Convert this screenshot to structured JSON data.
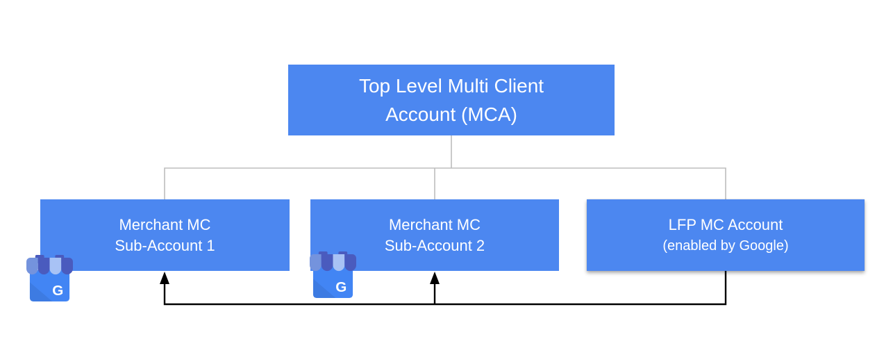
{
  "title": "Merchant Center account hierarchy diagram",
  "colors": {
    "box_blue": "#4C87F0",
    "connector_gray": "#BDBDBD",
    "arrow_black": "#000000",
    "text_white": "#FFFFFF",
    "icon_body_blue": "#4285F4",
    "icon_awning_dark": "#4A5BBE",
    "icon_awning_mid": "#7493DD",
    "icon_awning_light": "#A8C2F5"
  },
  "nodes": {
    "root": {
      "line1": "Top Level Multi Client",
      "line2": "Account (MCA)"
    },
    "sub1": {
      "line1": "Merchant MC",
      "line2": "Sub-Account 1"
    },
    "sub2": {
      "line1": "Merchant MC",
      "line2": "Sub-Account 2"
    },
    "lfp": {
      "line1": "LFP MC Account",
      "line2": "(enabled by Google)"
    }
  },
  "edges": {
    "tree": [
      {
        "from": "root",
        "to": "sub1",
        "style": "gray-elbow"
      },
      {
        "from": "root",
        "to": "sub2",
        "style": "gray-elbow"
      },
      {
        "from": "root",
        "to": "lfp",
        "style": "gray-elbow"
      }
    ],
    "arrows": [
      {
        "from": "lfp",
        "to": "sub1",
        "style": "black-arrow-up"
      },
      {
        "from": "lfp",
        "to": "sub2",
        "style": "black-arrow-up"
      }
    ]
  },
  "icons": {
    "business_profile": {
      "name": "google-business-profile-icon",
      "letter": "G"
    }
  }
}
